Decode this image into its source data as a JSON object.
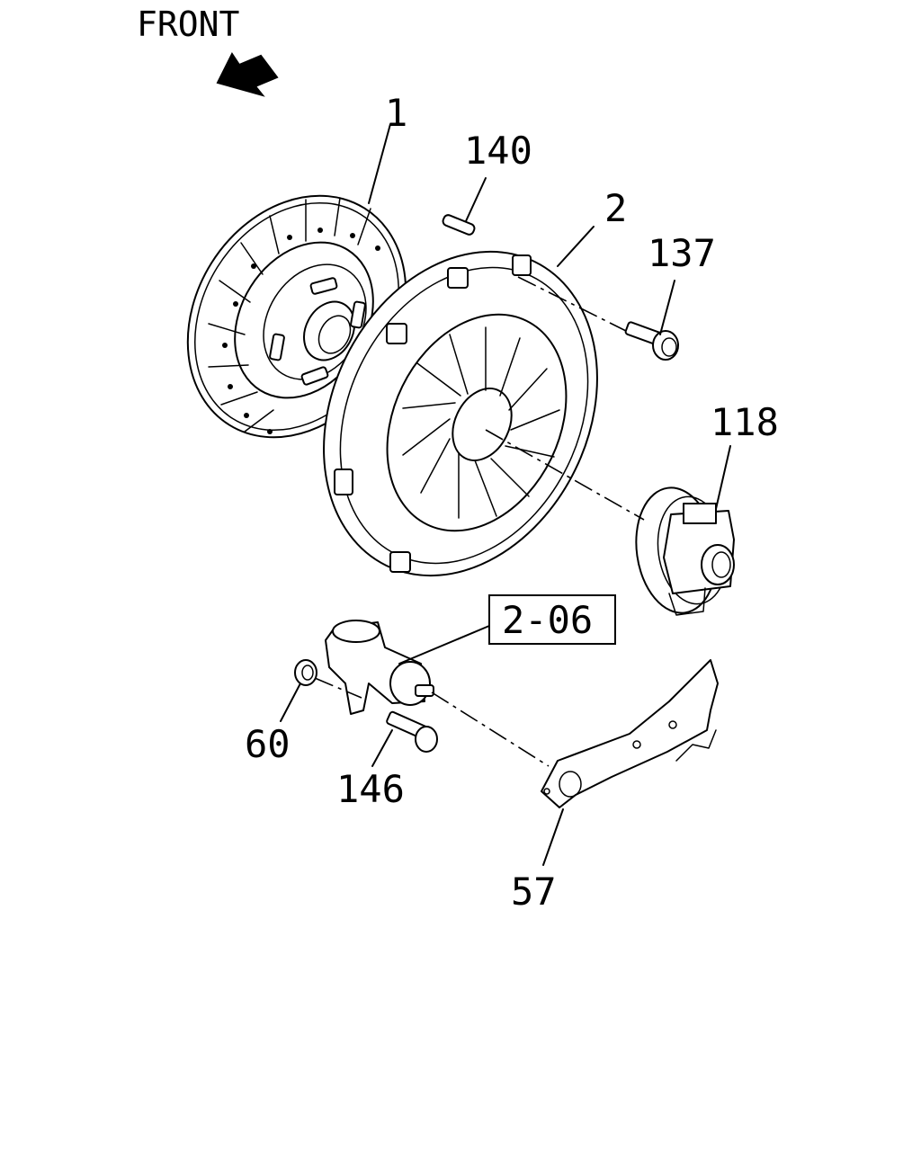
{
  "header": {
    "direction_label": "FRONT"
  },
  "callouts": {
    "clutch_disc": "1",
    "pressure_plate": "2",
    "dowel_pin": "140",
    "bolt_137": "137",
    "release_bearing": "118",
    "reference_box": "2-06",
    "nut": "60",
    "bolt_146": "146",
    "release_fork": "57"
  }
}
